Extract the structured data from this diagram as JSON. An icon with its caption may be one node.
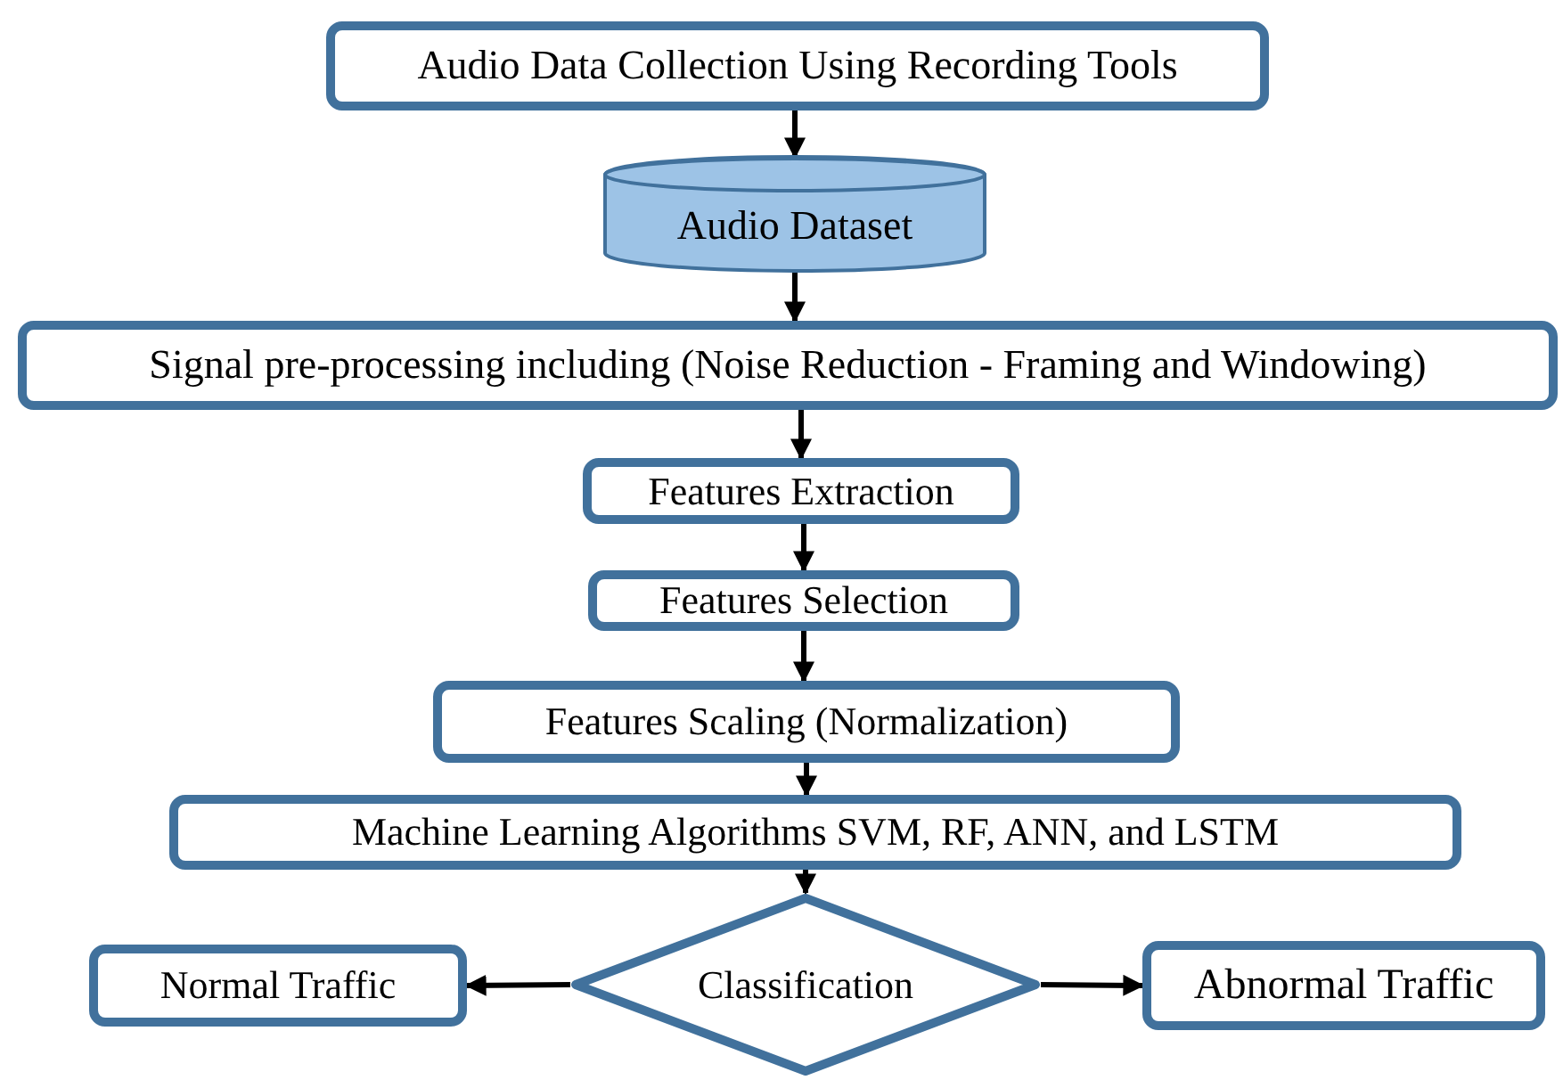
{
  "diagram": {
    "nodes": [
      {
        "text": [
          "Audio Data Collection Using Recording Tools"
        ]
      },
      {
        "text": [
          "Audio Dataset"
        ]
      },
      {
        "text": [
          "Signal pre-processing including (Noise Reduction - Framing and Windowing)"
        ]
      },
      {
        "text": [
          "Features Extraction"
        ]
      },
      {
        "text": [
          "Features Selection"
        ]
      },
      {
        "text": [
          "Features Scaling (Normalization)"
        ]
      },
      {
        "text": [
          "Machine Learning Algorithms SVM, RF, ANN, and LSTM"
        ]
      },
      {
        "text": [
          "Normal Traffic"
        ]
      },
      {
        "text": [
          "Classification"
        ]
      },
      {
        "text": [
          "Abnormal Traffic"
        ]
      }
    ],
    "edges": [
      {
        "from": 0,
        "to": 1,
        "arrow": "to"
      },
      {
        "from": 1,
        "to": 2,
        "arrow": "to"
      },
      {
        "from": 2,
        "to": 3,
        "arrow": "to"
      },
      {
        "from": 3,
        "to": 4,
        "arrow": "to"
      },
      {
        "from": 4,
        "to": 5,
        "arrow": "to"
      },
      {
        "from": 5,
        "to": 6,
        "arrow": "to"
      },
      {
        "from": 6,
        "to": 8,
        "arrow": "to"
      },
      {
        "from": 8,
        "to": 7,
        "arrow": "to"
      },
      {
        "from": 8,
        "to": 9,
        "arrow": "to"
      }
    ]
  }
}
